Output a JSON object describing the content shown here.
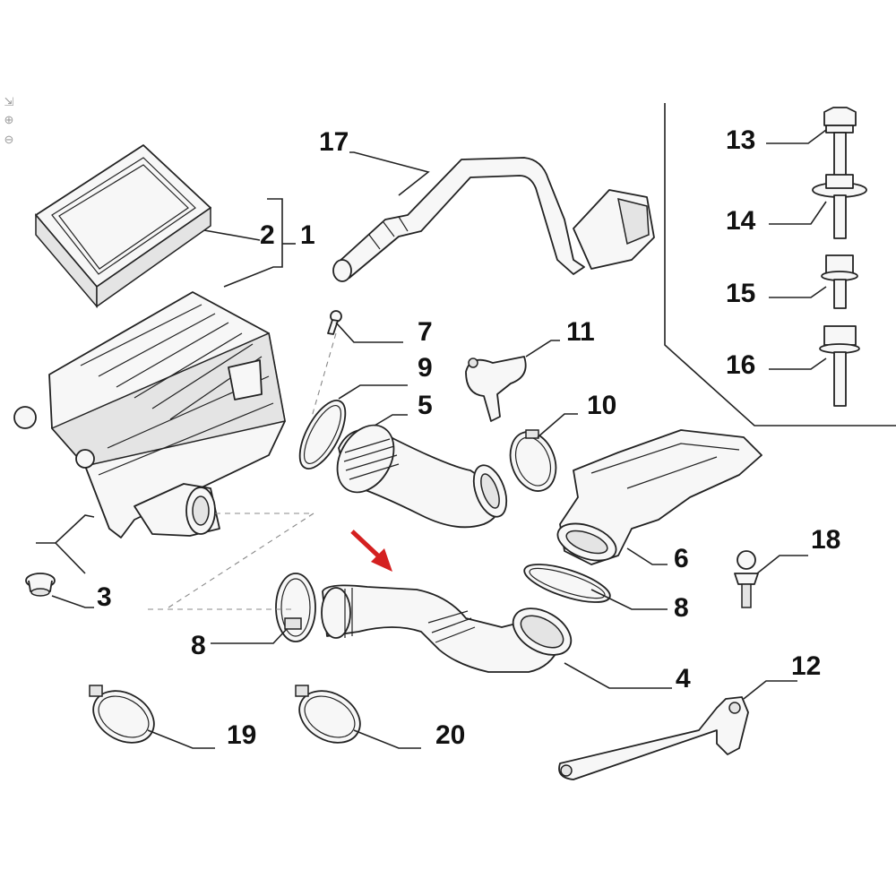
{
  "labels": {
    "l1": "1",
    "l2": "2",
    "l3": "3",
    "l4": "4",
    "l5": "5",
    "l6": "6",
    "l7": "7",
    "l8a": "8",
    "l8b": "8",
    "l9": "9",
    "l10": "10",
    "l11": "11",
    "l12": "12",
    "l13": "13",
    "l14": "14",
    "l15": "15",
    "l16": "16",
    "l17": "17",
    "l18": "18",
    "l19": "19",
    "l20": "20"
  },
  "colors": {
    "ink": "#222222",
    "arrow": "#d42020",
    "tool": "#9a9a9a"
  },
  "toolbar": {
    "icons": [
      "fit-screen-icon",
      "zoom-in-icon",
      "zoom-out-icon"
    ]
  }
}
